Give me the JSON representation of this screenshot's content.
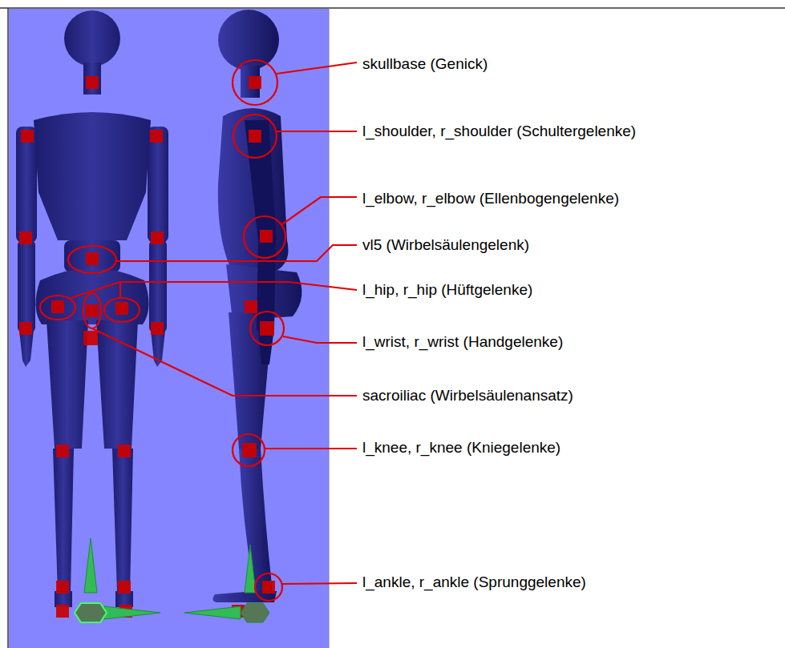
{
  "diagram": {
    "labels": [
      "skullbase (Genick)",
      "l_shoulder, r_shoulder (Schultergelenke)",
      "l_elbow, r_elbow (Ellenbogengelenke)",
      "vl5 (Wirbelsäulengelenk)",
      "l_hip, r_hip (Hüftgelenke)",
      "l_wrist, r_wrist (Handgelenke)",
      "sacroiliac (Wirbelsäulenansatz)",
      "l_knee, r_knee (Kniegelenke)",
      "l_ankle, r_ankle (Sprunggelenke)"
    ]
  }
}
